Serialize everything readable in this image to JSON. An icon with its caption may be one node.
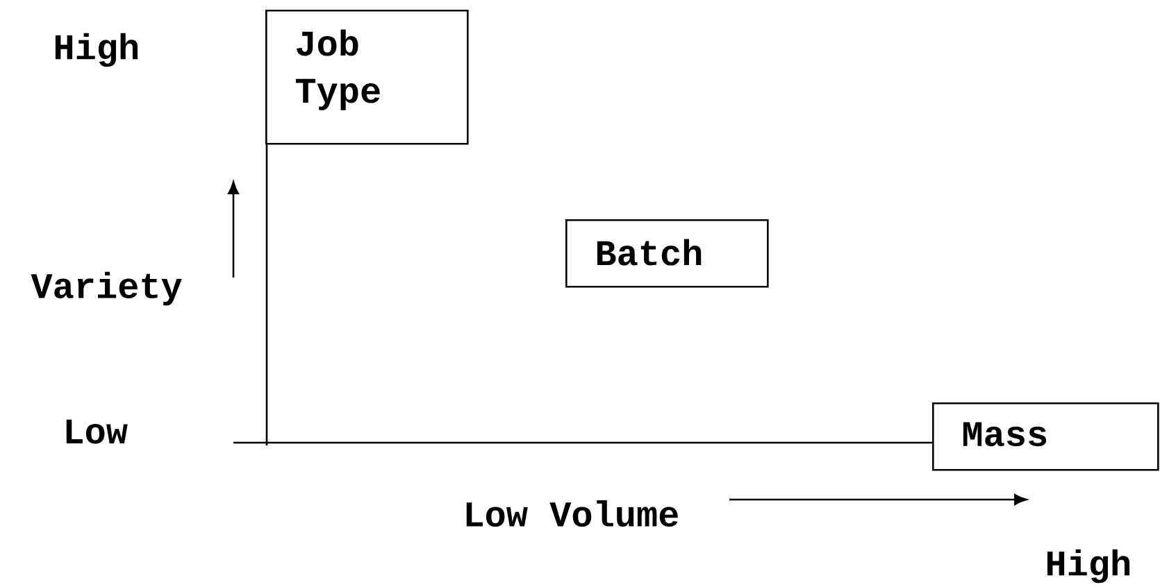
{
  "diagram": {
    "nodes": [
      {
        "text": [
          "Job Type"
        ]
      },
      {
        "text": [
          "Batch"
        ]
      },
      {
        "text": [
          "Mass"
        ]
      }
    ],
    "labels": [
      "High",
      "Variety",
      "Low",
      "Low Volume",
      "High"
    ]
  }
}
